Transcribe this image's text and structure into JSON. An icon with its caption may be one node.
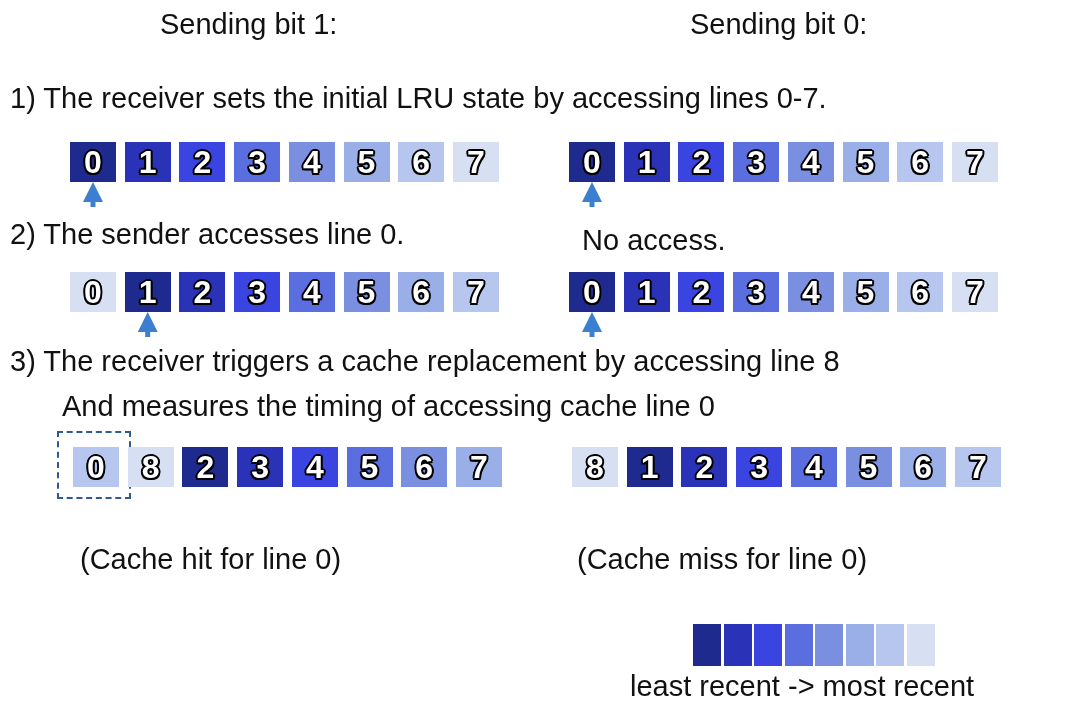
{
  "diagram": {
    "title": "Sending bit 1:",
    "nodes": [
      {
        "text": [
          "0"
        ]
      },
      {
        "text": [
          "1"
        ]
      },
      {
        "text": [
          "2"
        ]
      },
      {
        "text": [
          "3"
        ]
      },
      {
        "text": [
          "4"
        ]
      },
      {
        "text": [
          "5"
        ]
      },
      {
        "text": [
          "6"
        ]
      },
      {
        "text": [
          "7"
        ]
      },
      {
        "text": [
          "0"
        ]
      },
      {
        "text": [
          "1"
        ]
      },
      {
        "text": [
          "2"
        ]
      },
      {
        "text": [
          "3"
        ]
      },
      {
        "text": [
          "4"
        ]
      },
      {
        "text": [
          "5"
        ]
      },
      {
        "text": [
          "6"
        ]
      },
      {
        "text": [
          "7"
        ]
      },
      {
        "text": [
          "0"
        ]
      },
      {
        "text": [
          "1"
        ]
      },
      {
        "text": [
          "2"
        ]
      },
      {
        "text": [
          "3"
        ]
      },
      {
        "text": [
          "4"
        ]
      },
      {
        "text": [
          "5"
        ]
      },
      {
        "text": [
          "6"
        ]
      },
      {
        "text": [
          "7"
        ]
      },
      {
        "text": [
          "0"
        ]
      },
      {
        "text": [
          "1"
        ]
      },
      {
        "text": [
          "2"
        ]
      },
      {
        "text": [
          "3"
        ]
      },
      {
        "text": [
          "4"
        ]
      },
      {
        "text": [
          "5"
        ]
      },
      {
        "text": [
          "6"
        ]
      },
      {
        "text": [
          "7"
        ]
      },
      {
        "text": [],
        "shape": "box"
      },
      {
        "text": [
          "0"
        ],
        "in": 32
      },
      {
        "text": [
          "8"
        ]
      },
      {
        "text": [
          "2"
        ]
      },
      {
        "text": [
          "3"
        ]
      },
      {
        "text": [
          "4"
        ]
      },
      {
        "text": [
          "5"
        ]
      },
      {
        "text": [
          "6"
        ]
      },
      {
        "text": [
          "7"
        ]
      },
      {
        "text": [
          "8"
        ]
      },
      {
        "text": [
          "1"
        ]
      },
      {
        "text": [
          "2"
        ]
      },
      {
        "text": [
          "3"
        ]
      },
      {
        "text": [
          "4"
        ]
      },
      {
        "text": [
          "5"
        ]
      },
      {
        "text": [
          "6"
        ]
      },
      {
        "text": [
          "7"
        ]
      }
    ],
    "edges": [
      {
        "from": null,
        "to": 0,
        "arrow": "to"
      },
      {
        "from": null,
        "to": 8,
        "arrow": "to"
      },
      {
        "from": null,
        "to": 17,
        "arrow": "to"
      },
      {
        "from": null,
        "to": 24,
        "arrow": "to"
      }
    ],
    "labels": [
      "Sending bit 0:",
      "1) The receiver sets the initial LRU state by accessing lines 0-7.",
      "2) The sender accesses line 0.",
      "No access.",
      "3) The receiver triggers a cache replacement by accessing line 8",
      "And measures the timing of accessing cache line 0",
      "(Cache hit for line 0)",
      "(Cache miss for line 0)"
    ],
    "legend": [
      {
        "text": "least recent -> most recent"
      }
    ]
  }
}
